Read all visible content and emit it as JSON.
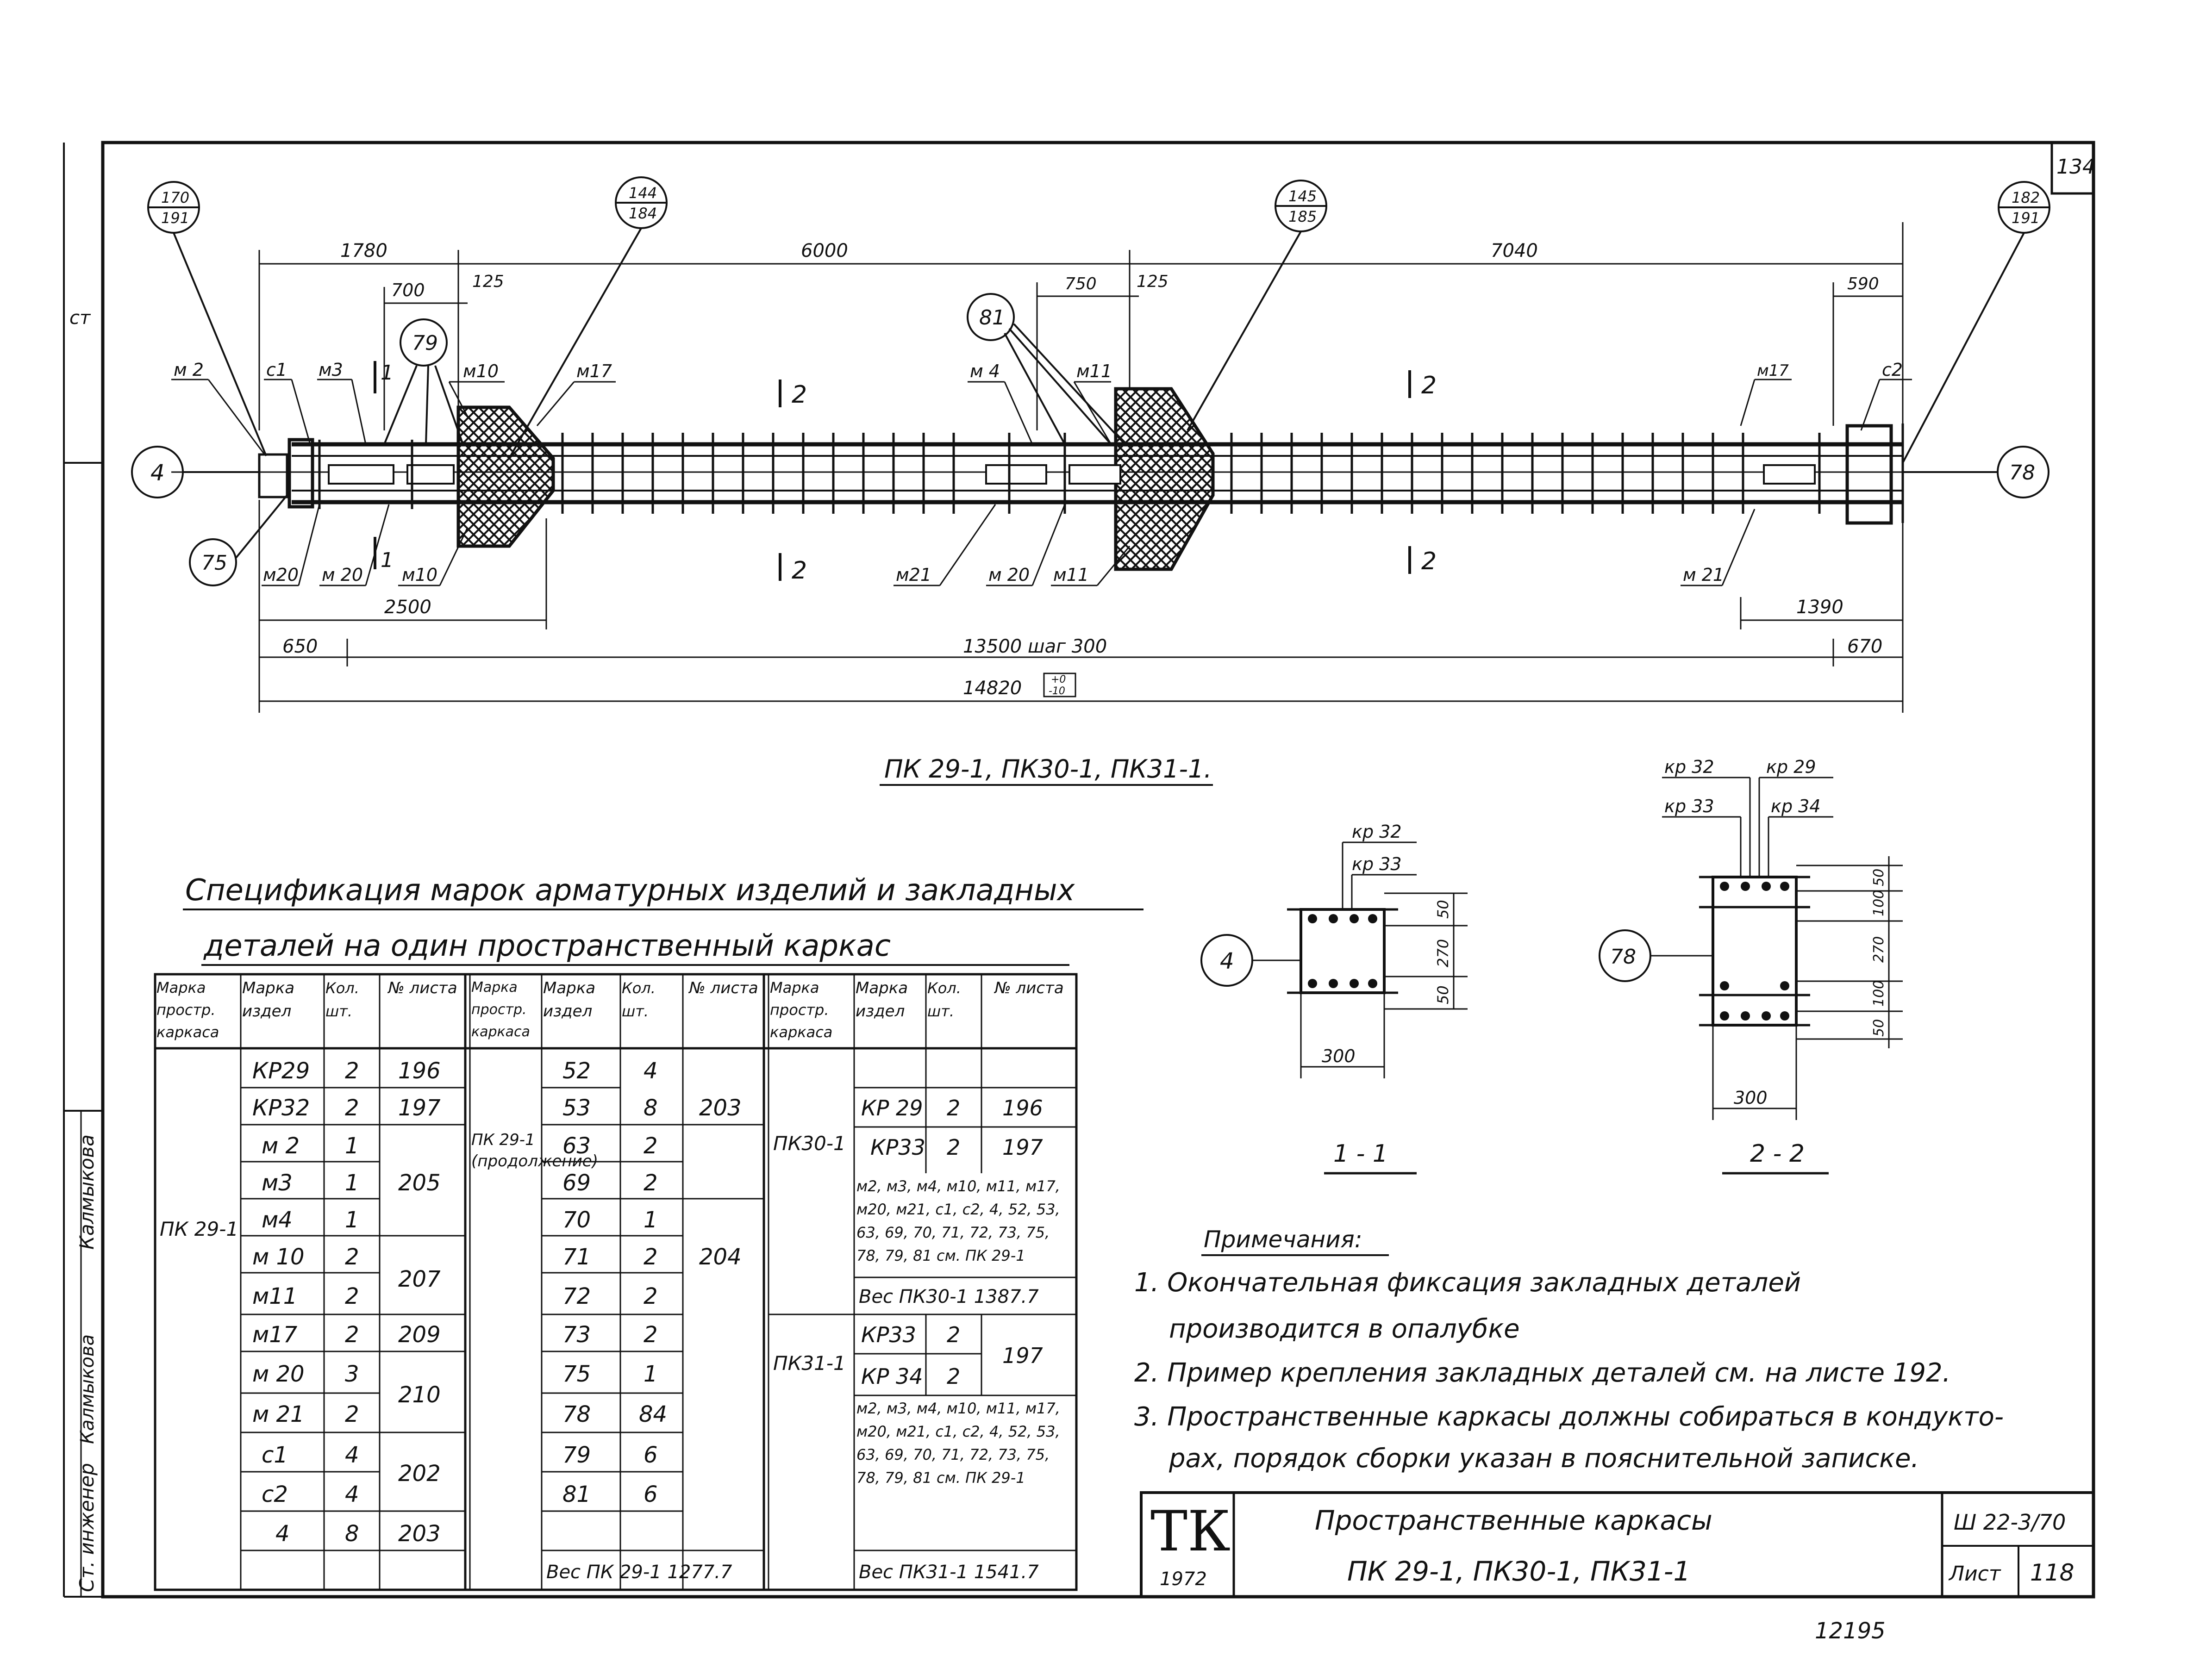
{
  "sheet": {
    "corner_number": "134",
    "bottom_number": "12195",
    "designer_label": "Ст. инженер",
    "designer_name": "Калмыкова",
    "signature": "Калмыкова",
    "margin_fragment": "ст"
  },
  "elevation": {
    "dims_top": [
      "1780",
      "6000",
      "7040",
      "700",
      "125",
      "750",
      "125",
      "590"
    ],
    "dims_bottom": [
      "2500",
      "1390",
      "650",
      "13500 шаг 300",
      "670",
      "14820"
    ],
    "tolerance_plus": "+0",
    "tolerance_minus": "-10",
    "sheet_refs": [
      {
        "top": "170",
        "bottom": "191"
      },
      {
        "top": "144",
        "bottom": "184"
      },
      {
        "top": "145",
        "bottom": "185"
      },
      {
        "top": "182",
        "bottom": "191"
      }
    ],
    "positions": [
      "4",
      "78",
      "79",
      "81",
      "75"
    ],
    "labels_top": [
      "м 2",
      "с1",
      "м3",
      "м10",
      "м17",
      "м 4",
      "м11",
      "м17",
      "с2"
    ],
    "labels_bottom": [
      "м20",
      "м 20",
      "м10",
      "м21",
      "м 20",
      "м11",
      "м 21"
    ],
    "section_marks": [
      "2",
      "2",
      "2",
      "2",
      "1",
      "1"
    ],
    "title": "ПК 29-1, ПК30-1, ПК31-1."
  },
  "section_1": {
    "title": "1 - 1",
    "labels": [
      "кр 32",
      "кр 33"
    ],
    "dims": [
      "50",
      "270",
      "50",
      "300"
    ],
    "position": "4"
  },
  "section_2": {
    "title": "2 - 2",
    "labels": [
      "кр 32",
      "кр 29",
      "кр 33",
      "кр 34"
    ],
    "dims": [
      "50",
      "100",
      "270",
      "100",
      "50",
      "300"
    ],
    "position": "78"
  },
  "spec": {
    "title_line1": "Спецификация марок арматурных изделий и закладных",
    "title_line2": "деталей на один пространственный каркас",
    "headers": [
      "Марка простр. каркаса",
      "Марка издел",
      "Кол. шт.",
      "№ листа"
    ],
    "block1": {
      "frame": "ПК 29-1",
      "rows": [
        [
          "КР29",
          "2",
          "196"
        ],
        [
          "КР32",
          "2",
          "197"
        ],
        [
          "м 2",
          "1",
          ""
        ],
        [
          "м3",
          "1",
          "205"
        ],
        [
          "м4",
          "1",
          ""
        ],
        [
          "м 10",
          "2",
          ""
        ],
        [
          "м11",
          "2",
          "207"
        ],
        [
          "м17",
          "2",
          "209"
        ],
        [
          "м 20",
          "3",
          ""
        ],
        [
          "м 21",
          "2",
          "210"
        ],
        [
          "с1",
          "4",
          ""
        ],
        [
          "с2",
          "4",
          "202"
        ],
        [
          "4",
          "8",
          "203"
        ]
      ]
    },
    "block2": {
      "frame": "ПК 29-1 (продолжение)",
      "rows": [
        [
          "52",
          "4",
          ""
        ],
        [
          "53",
          "8",
          "203"
        ],
        [
          "63",
          "2",
          ""
        ],
        [
          "69",
          "2",
          ""
        ],
        [
          "70",
          "1",
          ""
        ],
        [
          "71",
          "2",
          "204"
        ],
        [
          "72",
          "2",
          ""
        ],
        [
          "73",
          "2",
          ""
        ],
        [
          "75",
          "1",
          ""
        ],
        [
          "78",
          "84",
          ""
        ],
        [
          "79",
          "6",
          ""
        ],
        [
          "81",
          "6",
          ""
        ]
      ],
      "weight": "Вес ПК 29-1   1277.7"
    },
    "block3": {
      "frame_a": "ПК30-1",
      "rows_a": [
        [
          "КР 29",
          "2",
          "196"
        ],
        [
          "КР33",
          "2",
          "197"
        ]
      ],
      "list_a": "м2, м3, м4, м10, м11, м17, м20, м21, с1, с2, 4, 52, 53, 63, 69, 70, 71, 72, 73, 75, 78, 79, 81 см. ПК 29-1",
      "weight_a": "Вес ПК30-1   1387.7",
      "frame_b": "ПК31-1",
      "rows_b": [
        [
          "КР33",
          "2",
          ""
        ],
        [
          "КР 34",
          "2",
          "197"
        ]
      ],
      "list_b": "м2, м3, м4, м10, м11, м17, м20, м21, с1, с2, 4, 52, 53, 63, 69, 70, 71, 72, 73, 75, 78, 79, 81 см. ПК 29-1",
      "weight_b": "Вес ПК31-1   1541.7"
    }
  },
  "notes": {
    "title": "Примечания:",
    "n1a": "1. Окончательная фиксация закладных деталей",
    "n1b": "производится в опалубке",
    "n2": "2. Пример крепления закладных деталей см. на листе 192.",
    "n3a": "3. Пространственные каркасы должны собираться в кондукто-",
    "n3b": "рах, порядок сборки указан в пояснительной записке."
  },
  "title_block": {
    "logo": "ТК",
    "year": "1972",
    "title_line1": "Пространственные каркасы",
    "title_line2": "ПК 29-1, ПК30-1, ПК31-1",
    "series": "Ш 22-3/70",
    "sheet_label": "Лист",
    "sheet_number": "118"
  }
}
